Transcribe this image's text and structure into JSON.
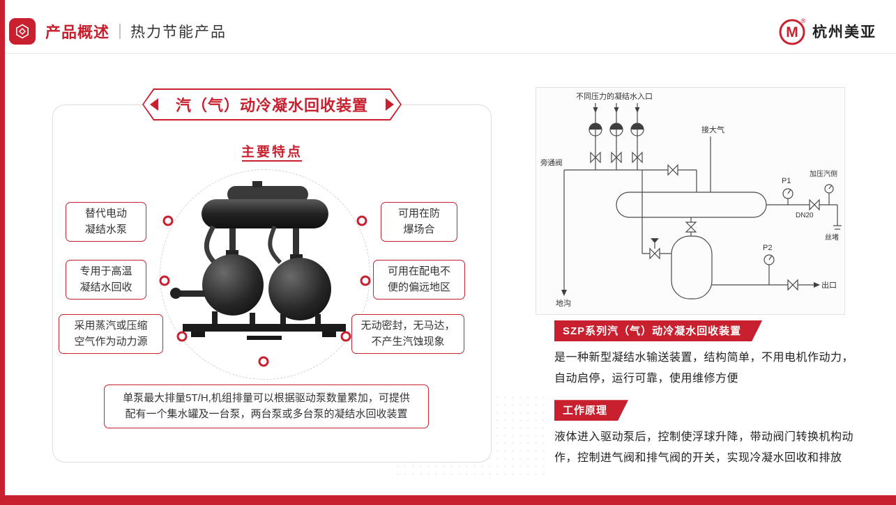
{
  "colors": {
    "accent": "#c8202f",
    "text": "#222222",
    "diagram_stroke": "#4a4a4a"
  },
  "header": {
    "title": "产品概述",
    "subtitle": "热力节能产品",
    "badge_icon": "cube-icon",
    "brand": {
      "logo_letter": "M",
      "reg_mark": "®",
      "name": "杭州美亚"
    }
  },
  "left_panel": {
    "ribbon_title": "汽（气）动冷凝水回收装置",
    "features_heading": "主要特点",
    "features": {
      "left": [
        "替代电动\n凝结水泵",
        "专用于高温\n凝结水回收",
        "采用蒸汽或压缩\n空气作为动力源"
      ],
      "right": [
        "可用在防\n爆场合",
        "可用在配电不\n便的偏远地区",
        "无动密封，无马达，\n不产生汽蚀现象"
      ]
    },
    "bottom_note": "单泵最大排量5T/H,机组排量可以根据驱动泵数量累加，可提供\n配有一个集水罐及一台泵，两台泵或多台泵的凝结水回收装置",
    "product_image": "condensate-recovery-unit-photo"
  },
  "right_panel": {
    "diagram": {
      "inlet_label": "不同压力的凝结水入口",
      "bypass_label": "旁通阀",
      "atmosphere_label": "接大气",
      "drain_label": "地沟",
      "gauge1_label": "P1",
      "dn_label": "DN20",
      "pressure_side_label": "加压汽侧",
      "plug_label": "丝堵",
      "gauge2_label": "P2",
      "outlet_label": "出口"
    },
    "sections": [
      {
        "title": "SZP系列汽（气）动冷凝水回收装置",
        "body": "是一种新型凝结水输送装置，结构简单，不用电机作动力，自动启停，运行可靠，使用维修方便"
      },
      {
        "title": "工作原理",
        "body": "液体进入驱动泵后，控制使浮球升降，带动阀门转换机构动作，控制进气阀和排气阀的开关，实现冷凝水回收和排放"
      }
    ]
  }
}
